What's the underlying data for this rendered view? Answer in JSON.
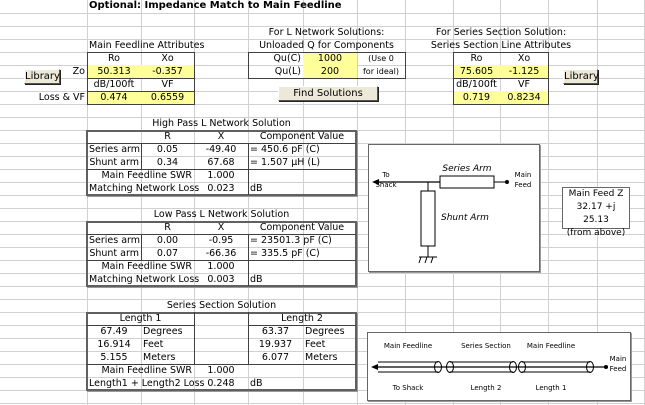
{
  "title": "Optional:  Impedance Match to Main Feedline",
  "main_feedline": {
    "heading": "Main Feedline Attributes",
    "ro_label": "Ro",
    "xo_label": "Xo",
    "zo_label": "Zo",
    "ro": "50.313",
    "xo": "-0.357",
    "loss_label": "dB/100ft",
    "vf_label": "VF",
    "loss_vf_label": "Loss & VF",
    "loss": "0.474",
    "vf": "0.6559",
    "library_button": "Library"
  },
  "unloaded_q": {
    "heading1": "For L Network Solutions:",
    "heading2": "Unloaded Q for Components",
    "quc_label": "Qu(C)",
    "quc": "1000",
    "note1": "(Use 0",
    "qul_label": "Qu(L)",
    "qul": "200",
    "note2": "for ideal)",
    "find_button": "Find Solutions"
  },
  "series_line": {
    "heading1": "For Series Section Solution:",
    "heading2": "Series Section Line Attributes",
    "ro_label": "Ro",
    "xo_label": "Xo",
    "ro": "75.605",
    "xo": "-1.125",
    "loss_label": "dB/100ft",
    "vf_label": "VF",
    "loss": "0.719",
    "vf": "0.8234",
    "library_button": "Library"
  },
  "high_pass": {
    "title": "High Pass L Network Solution",
    "headers": {
      "r": "R",
      "x": "X",
      "comp": "Component Value"
    },
    "series": {
      "label": "Series arm",
      "r": "0.05",
      "x": "-49.40",
      "comp": "=  450.6 pF  (C)"
    },
    "shunt": {
      "label": "Shunt arm",
      "r": "0.34",
      "x": "67.68",
      "comp": "=  1.507 µH  (L)"
    },
    "swr_label": "Main Feedline SWR",
    "swr": "1.000",
    "loss_label": "Matching Network Loss",
    "loss": "0.023",
    "loss_unit": "dB"
  },
  "low_pass": {
    "title": "Low Pass L Network Solution",
    "headers": {
      "r": "R",
      "x": "X",
      "comp": "Component Value"
    },
    "series": {
      "label": "Series arm",
      "r": "0.00",
      "x": "-0.95",
      "comp": "=  23501.3 pF  (C)"
    },
    "shunt": {
      "label": "Shunt arm",
      "r": "0.07",
      "x": "-66.36",
      "comp": "=  335.5 pF  (C)"
    },
    "swr_label": "Main Feedline SWR",
    "swr": "1.000",
    "loss_label": "Matching Network Loss",
    "loss": "0.003",
    "loss_unit": "dB"
  },
  "l_diagram": {
    "series_arm": "Series Arm",
    "shunt_arm": "Shunt Arm",
    "to": "To",
    "shack": "Shack",
    "main": "Main",
    "feed": "Feed"
  },
  "main_feed_z": {
    "line1": "Main Feed Z",
    "line2": "32.17 +j 25.13",
    "line3": "(from above)"
  },
  "series_section": {
    "title": "Series Section Solution",
    "length1": {
      "header": "Length 1",
      "degrees": "67.49",
      "feet": "16.914",
      "meters": "5.155"
    },
    "length2": {
      "header": "Length 2",
      "degrees": "63.37",
      "feet": "19.937",
      "meters": "6.077"
    },
    "units": {
      "degrees": "Degrees",
      "feet": "Feet",
      "meters": "Meters"
    },
    "swr_label": "Main Feedline SWR",
    "swr": "1.000",
    "loss_label": "Length1 + Length2 Loss",
    "loss": "0.248",
    "loss_unit": "dB"
  },
  "coax_diagram": {
    "main_feedline_left": "Main Feedline",
    "series_section": "Series Section",
    "main_feedline_right": "Main Feedline",
    "to_shack": "To Shack",
    "length2": "Length 2",
    "length1": "Length 1",
    "main": "Main",
    "feed": "Feed"
  }
}
